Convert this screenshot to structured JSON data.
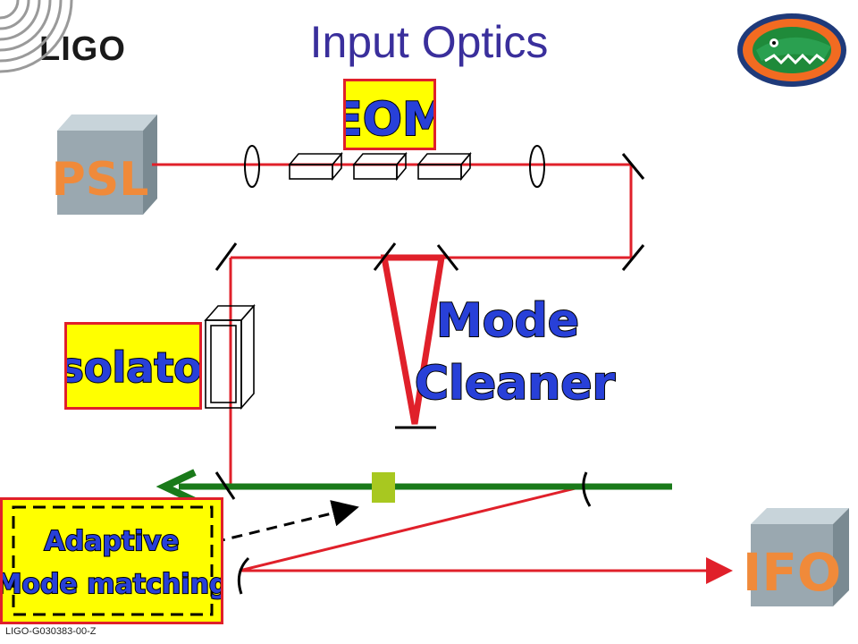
{
  "slide": {
    "title": "Input Optics",
    "logo_text": "LIGO",
    "footer_id": "LIGO-G030383-00-Z"
  },
  "labels": {
    "psl": "PSL",
    "eom": "EOM",
    "isolator": "Isolator",
    "mode_cleaner_line1": "Mode",
    "mode_cleaner_line2": "Cleaner",
    "ifo": "IFO",
    "adaptive_line1": "Adaptive",
    "adaptive_line2": "Mode matching"
  },
  "colors": {
    "beam_red": "#e0202a",
    "beam_green": "#1a7a1a",
    "label_yellow": "#ffff00",
    "label_blue": "#2840d8",
    "box_gray": "#9aa8b0",
    "text_orange": "#f08a3a",
    "pickoff_green": "#a8c820",
    "title_purple": "#3a2f9c"
  }
}
